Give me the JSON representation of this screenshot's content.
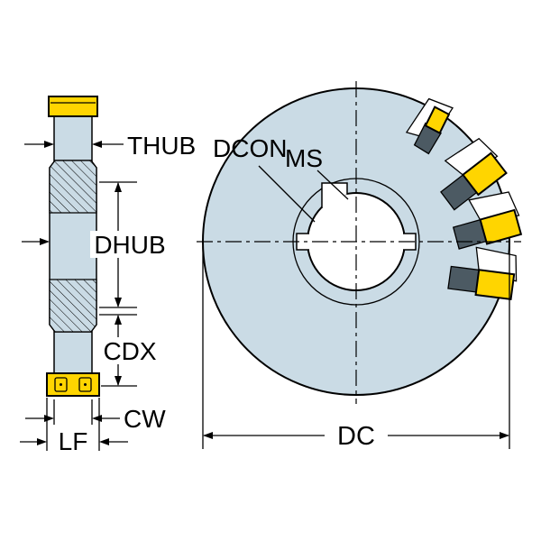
{
  "colors": {
    "bg": "#ffffff",
    "line": "#000000",
    "body": "#cadbe5",
    "insert": "#ffd500",
    "pocket": "#4c5a63"
  },
  "side_view": {
    "labels": {
      "thub": "THUB",
      "dhub": "DHUB",
      "cdx": "CDX",
      "cw": "CW",
      "lf": "LF"
    }
  },
  "front_view": {
    "labels": {
      "dcon": "DCON",
      "ms": "MS",
      "dc": "DC"
    }
  }
}
